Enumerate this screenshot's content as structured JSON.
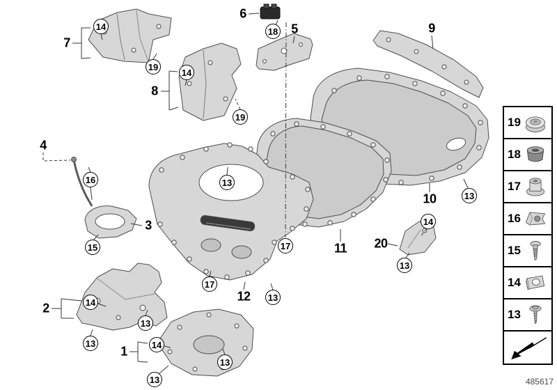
{
  "footer": {
    "part_number": "485617"
  },
  "legend": {
    "items": [
      {
        "number": "19",
        "icon": "plastic-nut"
      },
      {
        "number": "18",
        "icon": "grommet"
      },
      {
        "number": "17",
        "icon": "flange-nut"
      },
      {
        "number": "16",
        "icon": "speed-clip"
      },
      {
        "number": "15",
        "icon": "screw"
      },
      {
        "number": "14",
        "icon": "clip-nut"
      },
      {
        "number": "13",
        "icon": "body-screw"
      }
    ]
  },
  "callouts": [
    {
      "label": "6",
      "type": "plain"
    },
    {
      "label": "18",
      "type": "circle"
    },
    {
      "label": "5",
      "type": "plain"
    },
    {
      "label": "9",
      "type": "plain"
    },
    {
      "label": "14",
      "type": "circle"
    },
    {
      "label": "7",
      "type": "plain"
    },
    {
      "label": "19",
      "type": "circle"
    },
    {
      "label": "14",
      "type": "circle"
    },
    {
      "label": "8",
      "type": "plain"
    },
    {
      "label": "19",
      "type": "circle"
    },
    {
      "label": "4",
      "type": "plain"
    },
    {
      "label": "16",
      "type": "circle"
    },
    {
      "label": "13",
      "type": "circle"
    },
    {
      "label": "10",
      "type": "plain"
    },
    {
      "label": "13",
      "type": "circle"
    },
    {
      "label": "3",
      "type": "plain"
    },
    {
      "label": "14",
      "type": "circle"
    },
    {
      "label": "15",
      "type": "circle"
    },
    {
      "label": "17",
      "type": "circle"
    },
    {
      "label": "11",
      "type": "plain"
    },
    {
      "label": "20",
      "type": "plain"
    },
    {
      "label": "13",
      "type": "circle"
    },
    {
      "label": "17",
      "type": "circle"
    },
    {
      "label": "12",
      "type": "plain"
    },
    {
      "label": "13",
      "type": "circle"
    },
    {
      "label": "2",
      "type": "plain"
    },
    {
      "label": "14",
      "type": "circle"
    },
    {
      "label": "13",
      "type": "circle"
    },
    {
      "label": "13",
      "type": "circle"
    },
    {
      "label": "1",
      "type": "plain"
    },
    {
      "label": "14",
      "type": "circle"
    },
    {
      "label": "13",
      "type": "circle"
    },
    {
      "label": "13",
      "type": "circle"
    }
  ]
}
